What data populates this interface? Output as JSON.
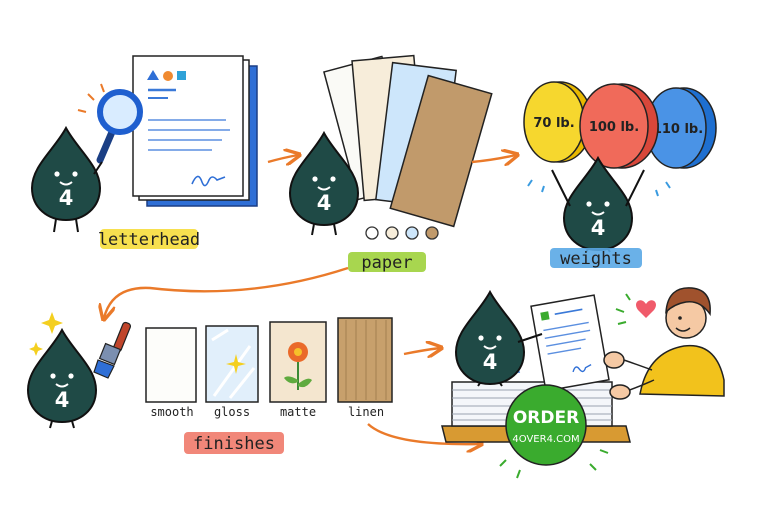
{
  "labels": {
    "letterhead": "letterhead",
    "paper": "paper",
    "weights": "weights",
    "finishes": "finishes"
  },
  "mascot_number": "4",
  "weights": [
    "70 lb.",
    "100 lb.",
    "110 lb."
  ],
  "finishes": [
    "smooth",
    "gloss",
    "matte",
    "linen"
  ],
  "order": {
    "title": "ORDER",
    "site": "4OVER4.COM"
  },
  "colors": {
    "mascot": "#1f4a46",
    "arrow": "#ea7a2a",
    "highlight_yellow": "#f6dd3c",
    "highlight_green": "#9fd13c",
    "highlight_blue": "#5aa9e6",
    "highlight_red": "#f07a6a",
    "order_badge": "#3aab2e"
  }
}
